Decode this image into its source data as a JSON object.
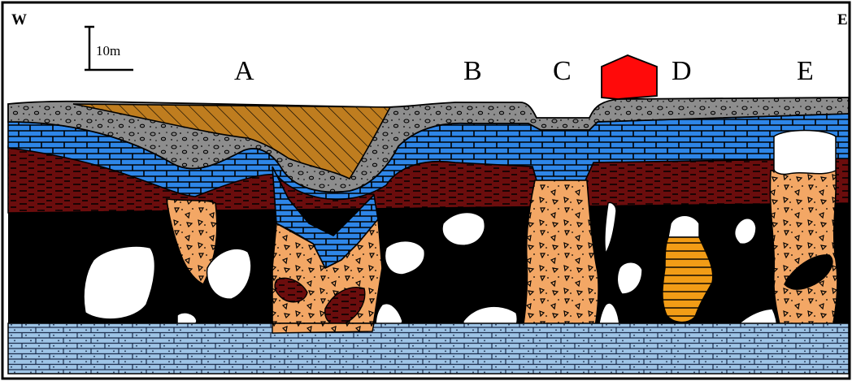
{
  "compass": {
    "west": "W",
    "east": "E"
  },
  "scale": {
    "label": "10m"
  },
  "sites": [
    "A",
    "B",
    "C",
    "D",
    "E"
  ],
  "colors": {
    "surface_gravel": "#8d8d8d",
    "fill_deposit": "#bf7d1f",
    "limestone_blue": "#2e86e8",
    "dark_red_layer": "#6b0d0d",
    "karst_black": "#000000",
    "breccia": "#f3a765",
    "basement_light_blue": "#9ec4e6",
    "building": "#ff0a0a",
    "orange_pocket": "#f29c16",
    "cavity_white": "#ffffff"
  }
}
